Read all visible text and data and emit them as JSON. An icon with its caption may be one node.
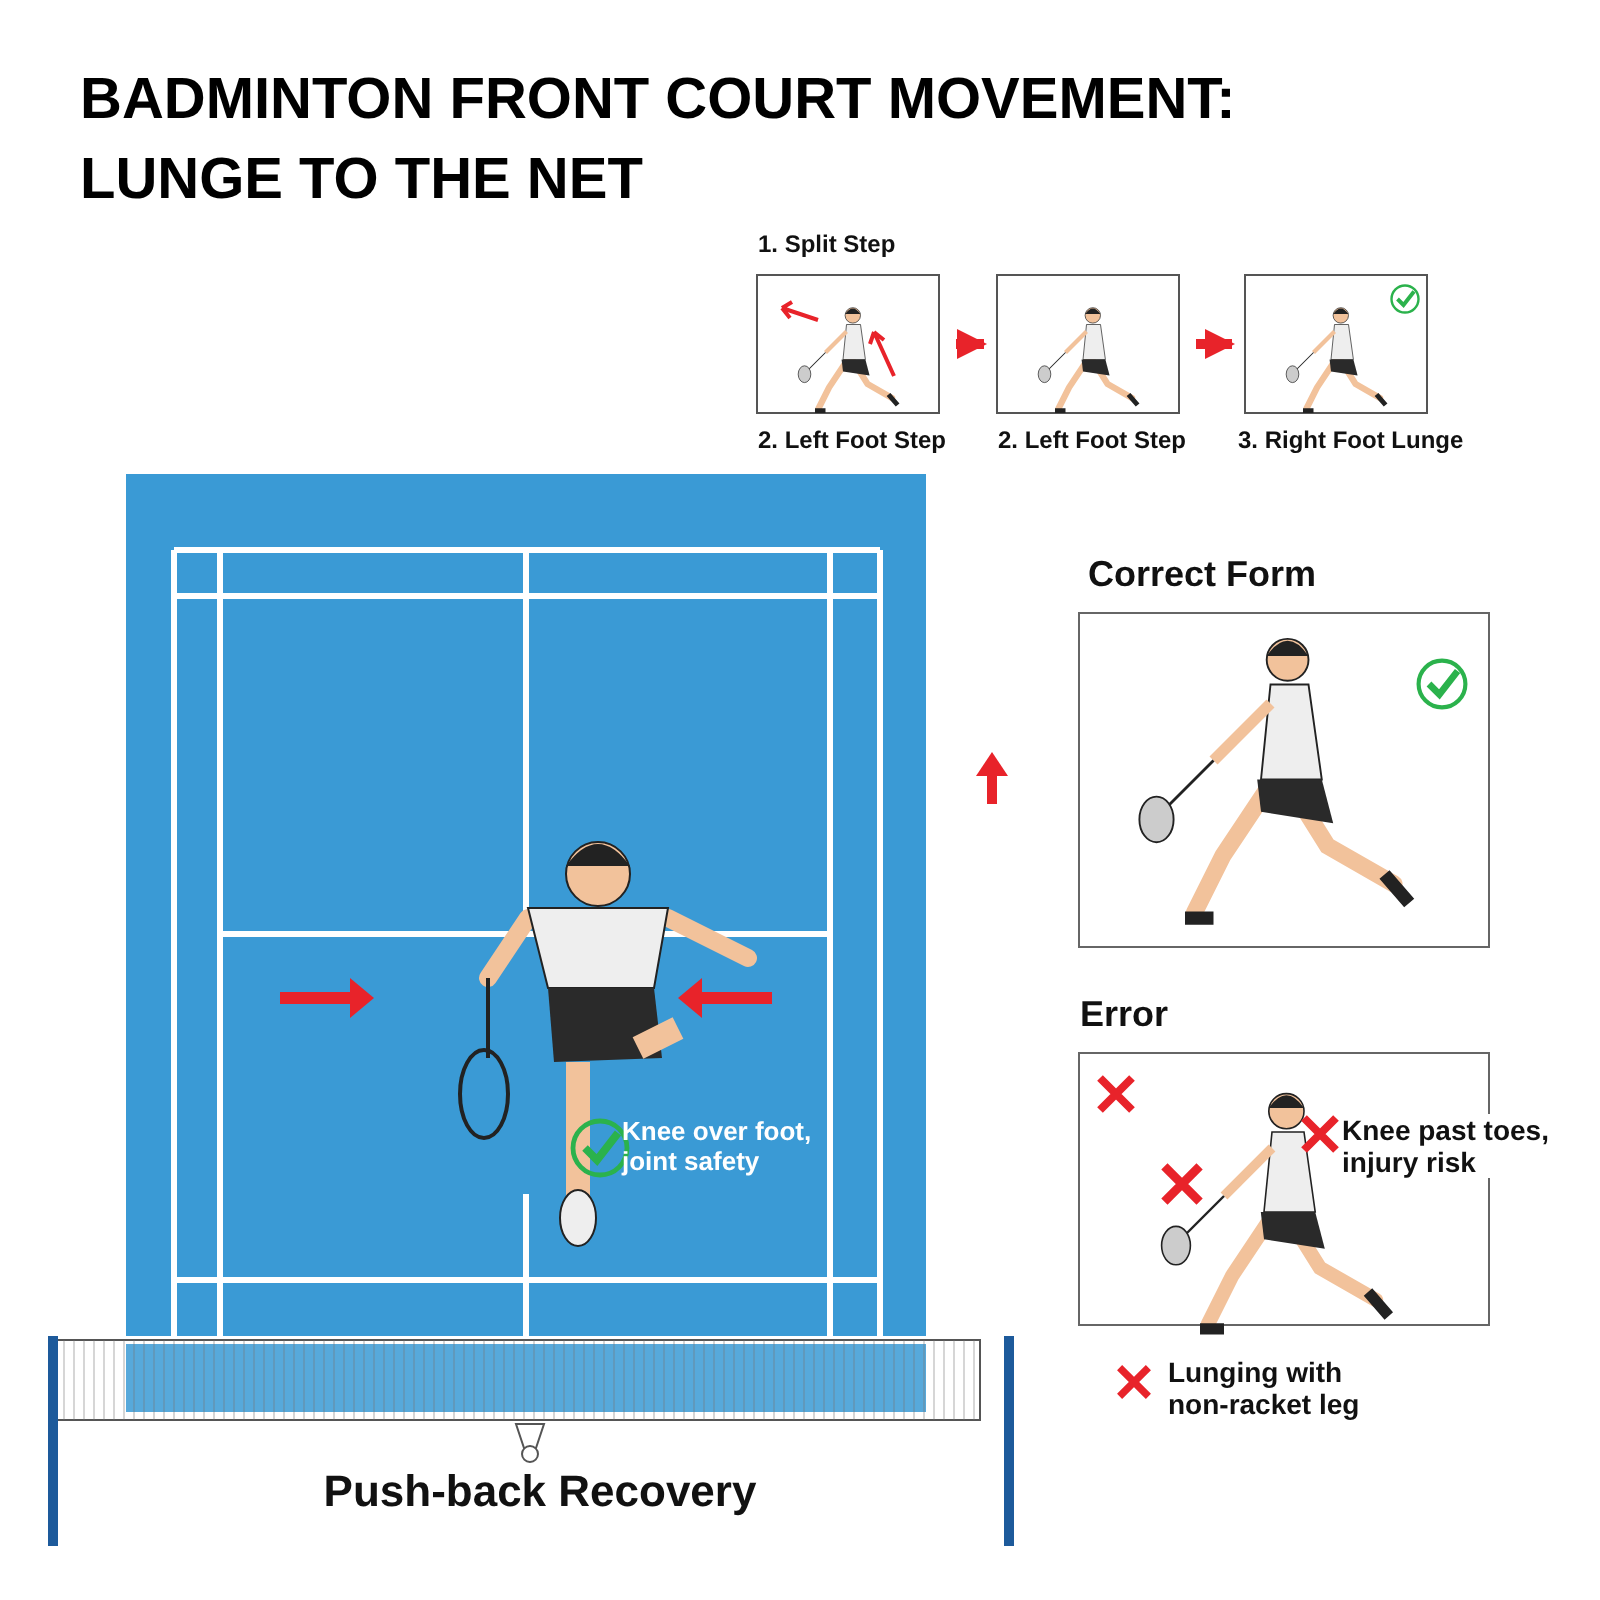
{
  "diagram": {
    "title": "BADMINTON FRONT COURT MOVEMENT: LUNGE TO THE NET",
    "nodes": [
      {
        "text": [
          "1. Split Step",
          "2. Left Foot Step"
        ]
      },
      {
        "text": [
          "2. Left Foot Step"
        ]
      },
      {
        "text": [
          "3. Right Foot Lunge"
        ]
      },
      {
        "text": [
          "Knee over foot, joint safety"
        ]
      },
      {
        "text": [
          "Correct Form"
        ]
      },
      {
        "text": [
          "Error",
          "Knee past toes, injury risk"
        ],
        "beside": [
          "Lunging with non-racket leg"
        ]
      }
    ],
    "edges": [
      {
        "from": 0,
        "to": 1,
        "arrow": "to",
        "color": "#e8232a"
      },
      {
        "from": 1,
        "to": 2,
        "arrow": "to",
        "color": "#e8232a"
      }
    ],
    "labels": [
      "Push-back Recovery"
    ]
  }
}
